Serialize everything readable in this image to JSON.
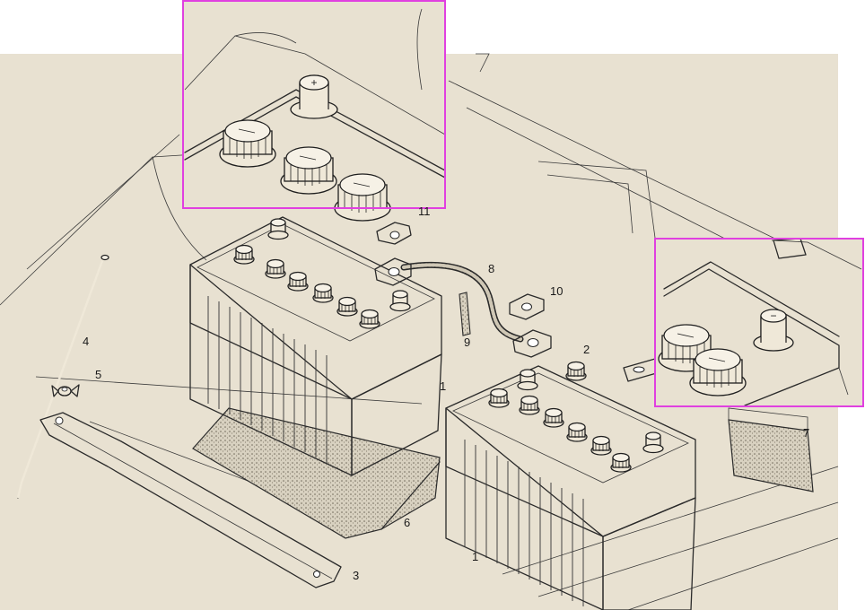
{
  "colors": {
    "paper": "#e8e1d1",
    "ink": "#1e1e1e",
    "inset_border": "#e040e0",
    "pad_fill": "#cfc7b5"
  },
  "callouts": [
    {
      "id": "1",
      "text": "1"
    },
    {
      "id": "1b",
      "text": "1"
    },
    {
      "id": "2",
      "text": "2"
    },
    {
      "id": "3",
      "text": "3"
    },
    {
      "id": "4",
      "text": "4"
    },
    {
      "id": "5",
      "text": "5"
    },
    {
      "id": "6",
      "text": "6"
    },
    {
      "id": "7",
      "text": "7"
    },
    {
      "id": "8",
      "text": "8"
    },
    {
      "id": "9",
      "text": "9"
    },
    {
      "id": "10",
      "text": "10"
    },
    {
      "id": "11",
      "text": "11"
    }
  ],
  "insets": {
    "left": {
      "terminal_mark": "+"
    },
    "right": {
      "terminal_mark": "−"
    }
  }
}
